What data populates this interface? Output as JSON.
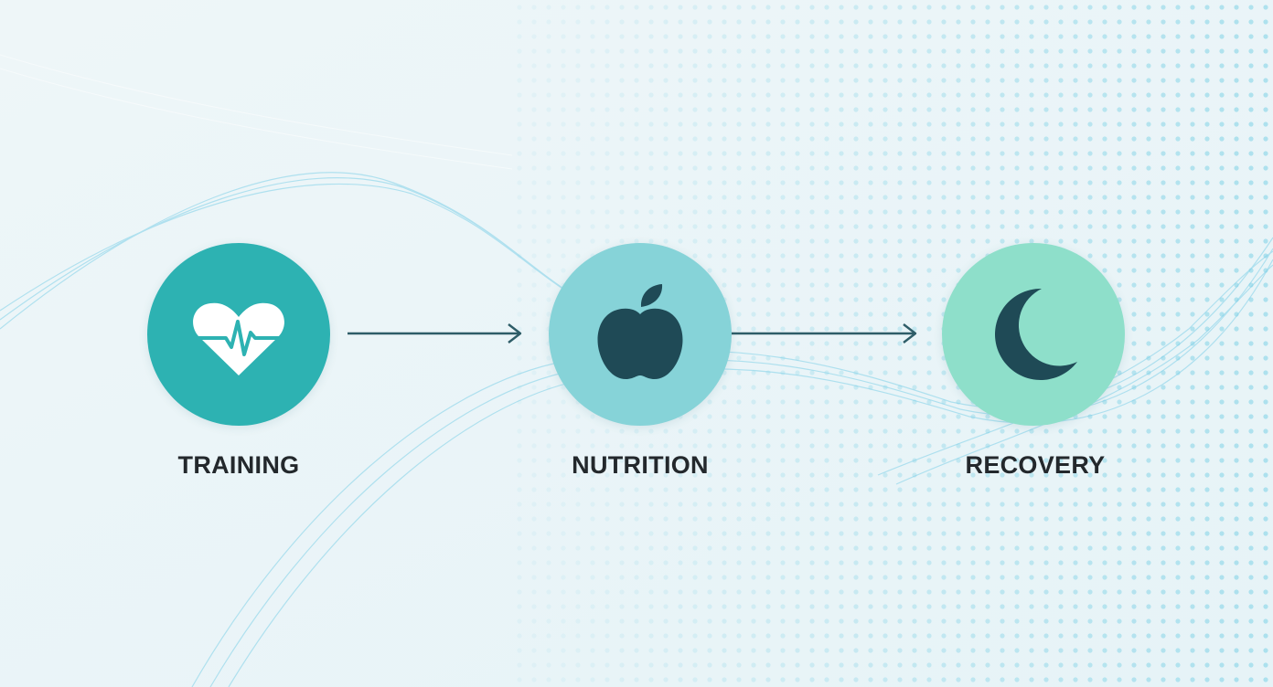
{
  "colors": {
    "background": "#eaf4f8",
    "training_circle": "#2db2b2",
    "nutrition_circle": "#86d3d8",
    "recovery_circle": "#8edfca",
    "icon_dark": "#1f4a56",
    "icon_light": "#ffffff",
    "arrow": "#2e5d68",
    "label_text": "#23282c",
    "wave": "#7fd0e8"
  },
  "steps": [
    {
      "label": "TRAINING",
      "icon": "heart-pulse-icon"
    },
    {
      "label": "NUTRITION",
      "icon": "apple-icon"
    },
    {
      "label": "RECOVERY",
      "icon": "moon-icon"
    }
  ]
}
